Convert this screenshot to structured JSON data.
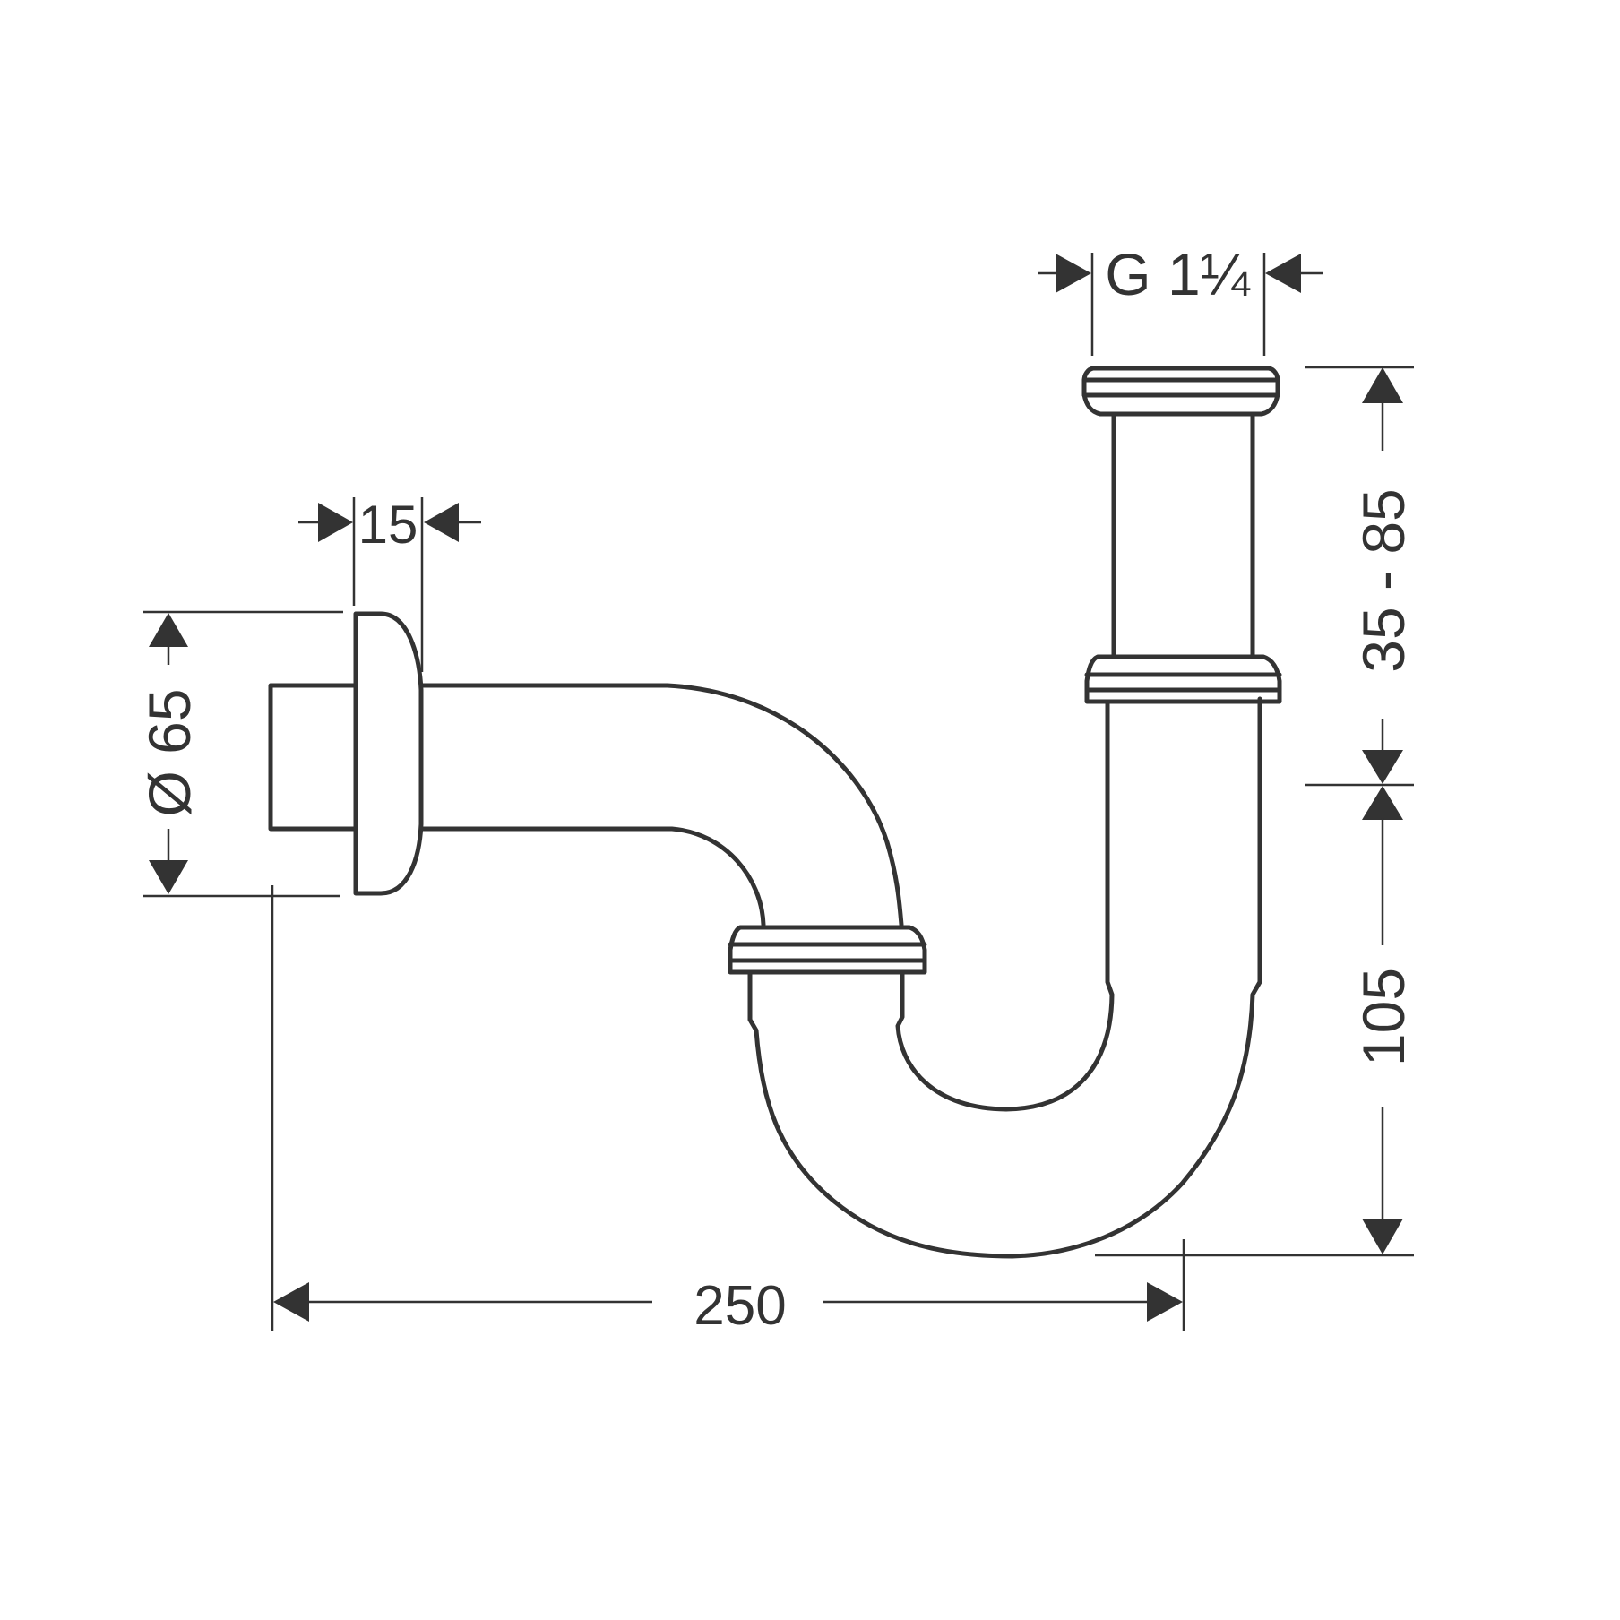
{
  "drawing": {
    "subject": "Bottle / pipe trap siphon with wall rosette",
    "stroke_color": "#333333",
    "background": "#ffffff"
  },
  "dimensions": {
    "thread": "G 1¼",
    "rosette_depth": "15",
    "rosette_diameter": "Ø 65",
    "tailpiece_adjust": "35 - 85",
    "trap_height": "105",
    "wall_distance": "250"
  }
}
